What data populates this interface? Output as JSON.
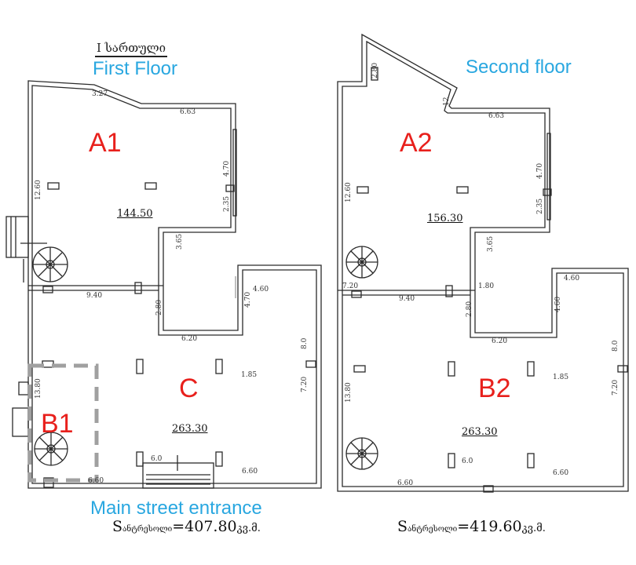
{
  "first_floor": {
    "georgian_title": "I სართული",
    "title": "First  Floor",
    "zones": {
      "a1": "A1",
      "b1": "B1",
      "c": "C"
    },
    "area_a1": "144.50",
    "area_c": "263.30",
    "total_prefix": "S",
    "total_sub": "ანტრესოლი",
    "total_value": "=407.80",
    "total_unit": "კვ.მ.",
    "entrance_label": "Main street entrance",
    "dims": {
      "d1": "3.27",
      "d2": "6.63",
      "d3": "4.70",
      "d4": "12.60",
      "d5": "2.35",
      "d6": "3.65",
      "d7": "9.40",
      "d8": "2.80",
      "d9": "4.60",
      "d10": "4.70",
      "d11": "6.20",
      "d12": "8.0",
      "d13": "1.85",
      "d14": "7.20",
      "d15": "13.80",
      "d16": "6.0",
      "d17": "6.60",
      "d18": "6.60"
    }
  },
  "second_floor": {
    "title": "Second floor",
    "zones": {
      "a2": "A2",
      "b2": "B2"
    },
    "area_a2": "156.30",
    "area_b2": "263.30",
    "total_prefix": "S",
    "total_sub": "ანტრესოლი",
    "total_value": "=419.60",
    "total_unit": "კვ.მ.",
    "dims": {
      "d1": "2.80",
      "d2": "12",
      "d3": "6.63",
      "d4": "4.70",
      "d5": "12.60",
      "d6": "2.35",
      "d7": "3.65",
      "d8": "7.20",
      "d9": "9.40",
      "d10": "1.80",
      "d11": "2.80",
      "d12": "4.60",
      "d13": "4.60",
      "d14": "6.20",
      "d15": "8.0",
      "d16": "1.85",
      "d17": "7.20",
      "d18": "13.80",
      "d19": "6.0",
      "d20": "6.60",
      "d21": "6.60"
    }
  },
  "colors": {
    "zone_label": "#e8201c",
    "caption": "#29a7e0",
    "wall": "#2b2b2b",
    "dashed_zone": "#a0a0a0"
  }
}
